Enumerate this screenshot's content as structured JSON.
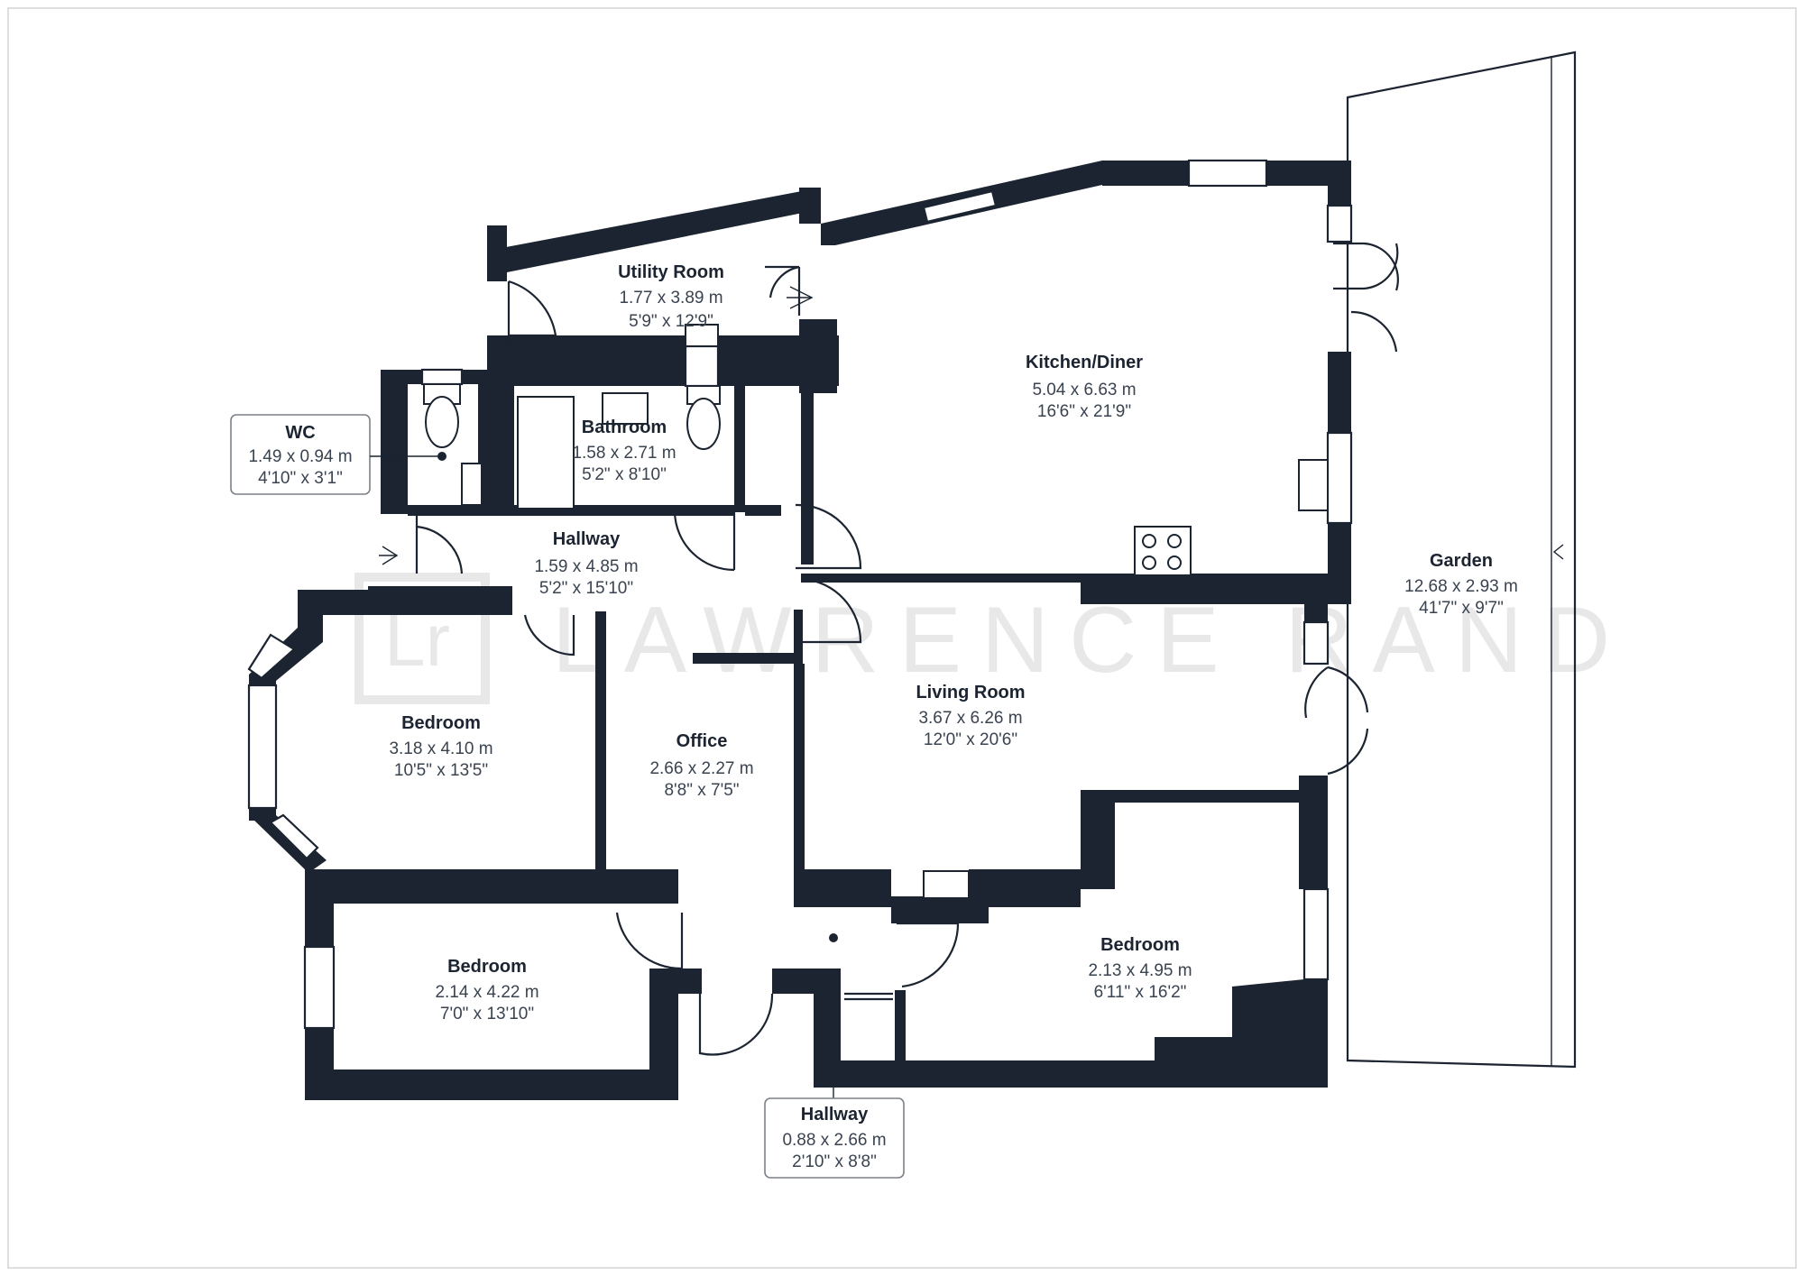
{
  "watermark": {
    "logo": "Lr",
    "brand": "LAWRENCE RAND"
  },
  "rooms": {
    "utility": {
      "name": "Utility Room",
      "metric": "1.77 x 3.89 m",
      "imperial": "5'9\" x 12'9\""
    },
    "kitchen": {
      "name": "Kitchen/Diner",
      "metric": "5.04 x 6.63 m",
      "imperial": "16'6\" x 21'9\""
    },
    "wc": {
      "name": "WC",
      "metric": "1.49 x 0.94 m",
      "imperial": "4'10\" x 3'1\""
    },
    "bathroom": {
      "name": "Bathroom",
      "metric": "1.58 x 2.71 m",
      "imperial": "5'2\" x 8'10\""
    },
    "hallway1": {
      "name": "Hallway",
      "metric": "1.59 x 4.85 m",
      "imperial": "5'2\" x 15'10\""
    },
    "garden": {
      "name": "Garden",
      "metric": "12.68 x 2.93 m",
      "imperial": "41'7\" x 9'7\""
    },
    "bedroom1": {
      "name": "Bedroom",
      "metric": "3.18 x 4.10 m",
      "imperial": "10'5\" x 13'5\""
    },
    "office": {
      "name": "Office",
      "metric": "2.66 x 2.27 m",
      "imperial": "8'8\" x 7'5\""
    },
    "living": {
      "name": "Living Room",
      "metric": "3.67 x 6.26 m",
      "imperial": "12'0\" x 20'6\""
    },
    "bedroom2": {
      "name": "Bedroom",
      "metric": "2.14 x 4.22 m",
      "imperial": "7'0\" x 13'10\""
    },
    "bedroom3": {
      "name": "Bedroom",
      "metric": "2.13 x 4.95 m",
      "imperial": "6'11\" x 16'2\""
    },
    "hallway2": {
      "name": "Hallway",
      "metric": "0.88 x 2.66 m",
      "imperial": "2'10\" x 8'8\""
    }
  },
  "colors": {
    "wall": "#1b2430",
    "text": "#1b2430",
    "dim_text": "#3a4350",
    "watermark": "#e8e8e8",
    "callout_border": "#7b8088"
  }
}
